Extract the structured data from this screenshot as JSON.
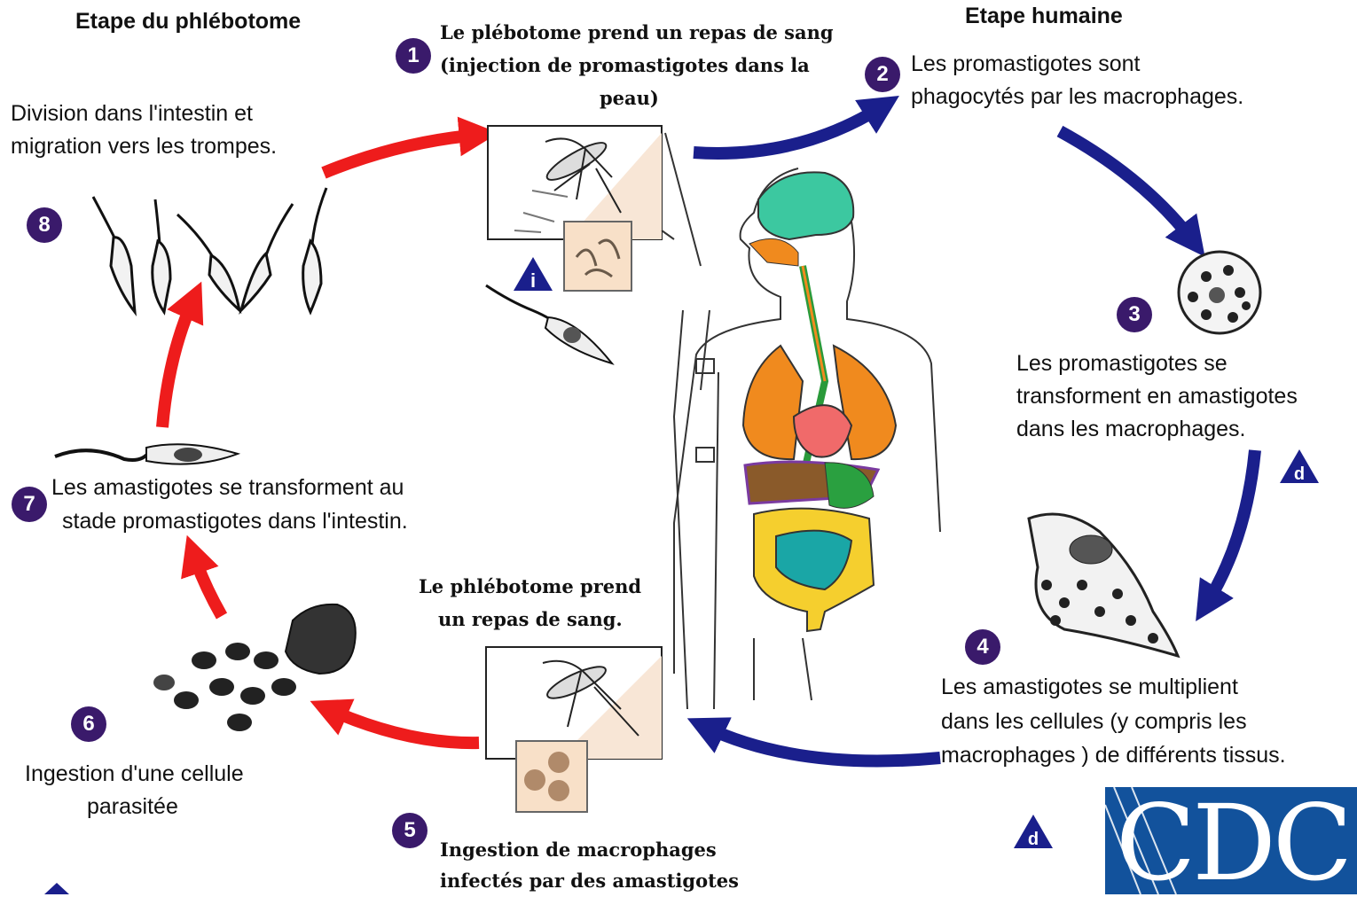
{
  "headers": {
    "vector_stage": "Etape du phlébotome",
    "human_stage": "Etape humaine"
  },
  "steps": [
    {
      "number": "1",
      "lines": [
        "Le plébotome prend un repas de sang",
        "(injection de promastigotes dans la",
        "peau)"
      ]
    },
    {
      "number": "2",
      "lines": [
        "Les promastigotes sont",
        "phagocytés par les macrophages."
      ]
    },
    {
      "number": "3",
      "lines": [
        "Les promastigotes se",
        "transforment en amastigotes",
        "dans les macrophages."
      ]
    },
    {
      "number": "4",
      "lines": [
        "Les amastigotes se multiplient",
        "dans les cellules (y compris les",
        "macrophages ) de différents tissus."
      ]
    },
    {
      "number": "5",
      "lines": [
        "Ingestion de macrophages",
        "infectés par des amastigotes"
      ]
    },
    {
      "number": "6",
      "lines": [
        "Ingestion d'une cellule",
        "parasitée"
      ]
    },
    {
      "number": "7",
      "lines": [
        "Les amastigotes se transforment au",
        "stade promastigotes dans l'intestin."
      ]
    },
    {
      "number": "8",
      "lines": [
        "Division dans l'intestin et",
        "migration vers les trompes."
      ]
    }
  ],
  "blood_meal_label": [
    "Le phlébotome prend",
    "un repas de sang."
  ],
  "stage_markers": {
    "infective": "i",
    "diagnostic": "d"
  },
  "logo": {
    "text": "CDC"
  },
  "colors": {
    "step_badge": "#3a1a6b",
    "human_arrow": "#1a1f8c",
    "vector_arrow": "#ee1c1c",
    "marker": "#1a1f8c",
    "logo_bg": "#12529c"
  }
}
